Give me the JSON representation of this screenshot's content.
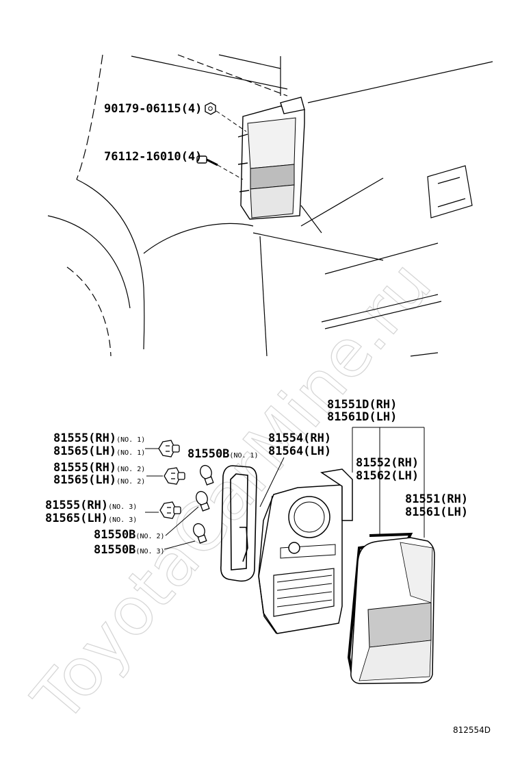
{
  "watermark": "ToyotaCarMine.ru",
  "diagram_code": "812554D",
  "callouts": {
    "nut": {
      "part": "90179-06115",
      "qty": "(4)"
    },
    "screw": {
      "part": "76112-16010",
      "qty": "(4)"
    },
    "body_assy": {
      "rh": "81551D(RH)",
      "lh": "81561D(LH)"
    },
    "housing": {
      "rh": "81554(RH)",
      "lh": "81564(LH)"
    },
    "gasket": {
      "rh": "81552(RH)",
      "lh": "81562(LH)"
    },
    "lens": {
      "rh": "81551(RH)",
      "lh": "81561(LH)"
    },
    "socket_1": {
      "rh": "81555(RH)",
      "lh": "81565(LH)",
      "no": "(NO. 1)"
    },
    "socket_2": {
      "rh": "81555(RH)",
      "lh": "81565(LH)",
      "no": "(NO. 2)"
    },
    "socket_3": {
      "rh": "81555(RH)",
      "lh": "81565(LH)",
      "no": "(NO. 3)"
    },
    "bulb_1": {
      "part": "81550B",
      "no": "(NO. 1)"
    },
    "bulb_2": {
      "part": "81550B",
      "no": "(NO. 2)"
    },
    "bulb_3": {
      "part": "81550B",
      "no": "(NO. 3)"
    }
  }
}
